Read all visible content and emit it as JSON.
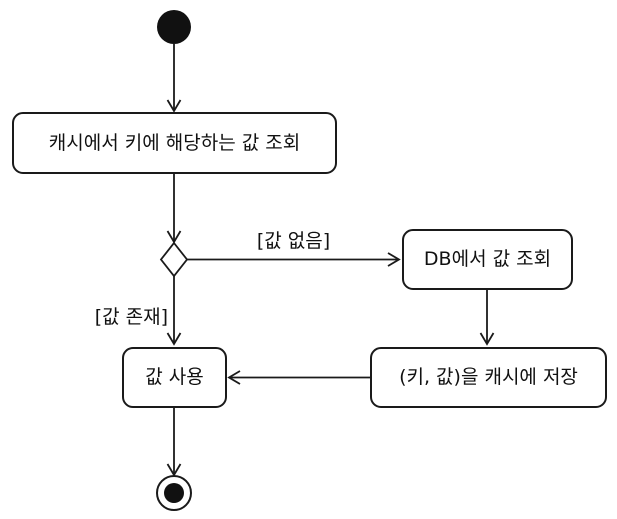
{
  "diagram": {
    "kind": "uml-activity-diagram",
    "colors": {
      "stroke": "#1a1a1a",
      "node_fill": "#ffffff",
      "background": "#ffffff"
    },
    "nodes": {
      "start": {
        "shape": "filled-circle",
        "role": "initial-node"
      },
      "lookup_cache": {
        "label": "캐시에서 키에 해당하는 값 조회"
      },
      "decision": {
        "shape": "diamond",
        "role": "decision-node"
      },
      "lookup_db": {
        "label": "DB에서 값 조회"
      },
      "store_cache": {
        "label": "(키, 값)을 캐시에 저장"
      },
      "use_value": {
        "label": "값 사용"
      },
      "end": {
        "shape": "ring-circle",
        "role": "final-node"
      }
    },
    "edges": {
      "start_to_lookup_cache": {
        "guard": ""
      },
      "lookup_cache_to_decision": {
        "guard": ""
      },
      "decision_to_lookup_db": {
        "guard": "[값 없음]"
      },
      "lookup_db_to_store_cache": {
        "guard": ""
      },
      "store_cache_to_use_value": {
        "guard": ""
      },
      "decision_to_use_value": {
        "guard": "[값 존재]"
      },
      "use_value_to_end": {
        "guard": ""
      }
    }
  }
}
